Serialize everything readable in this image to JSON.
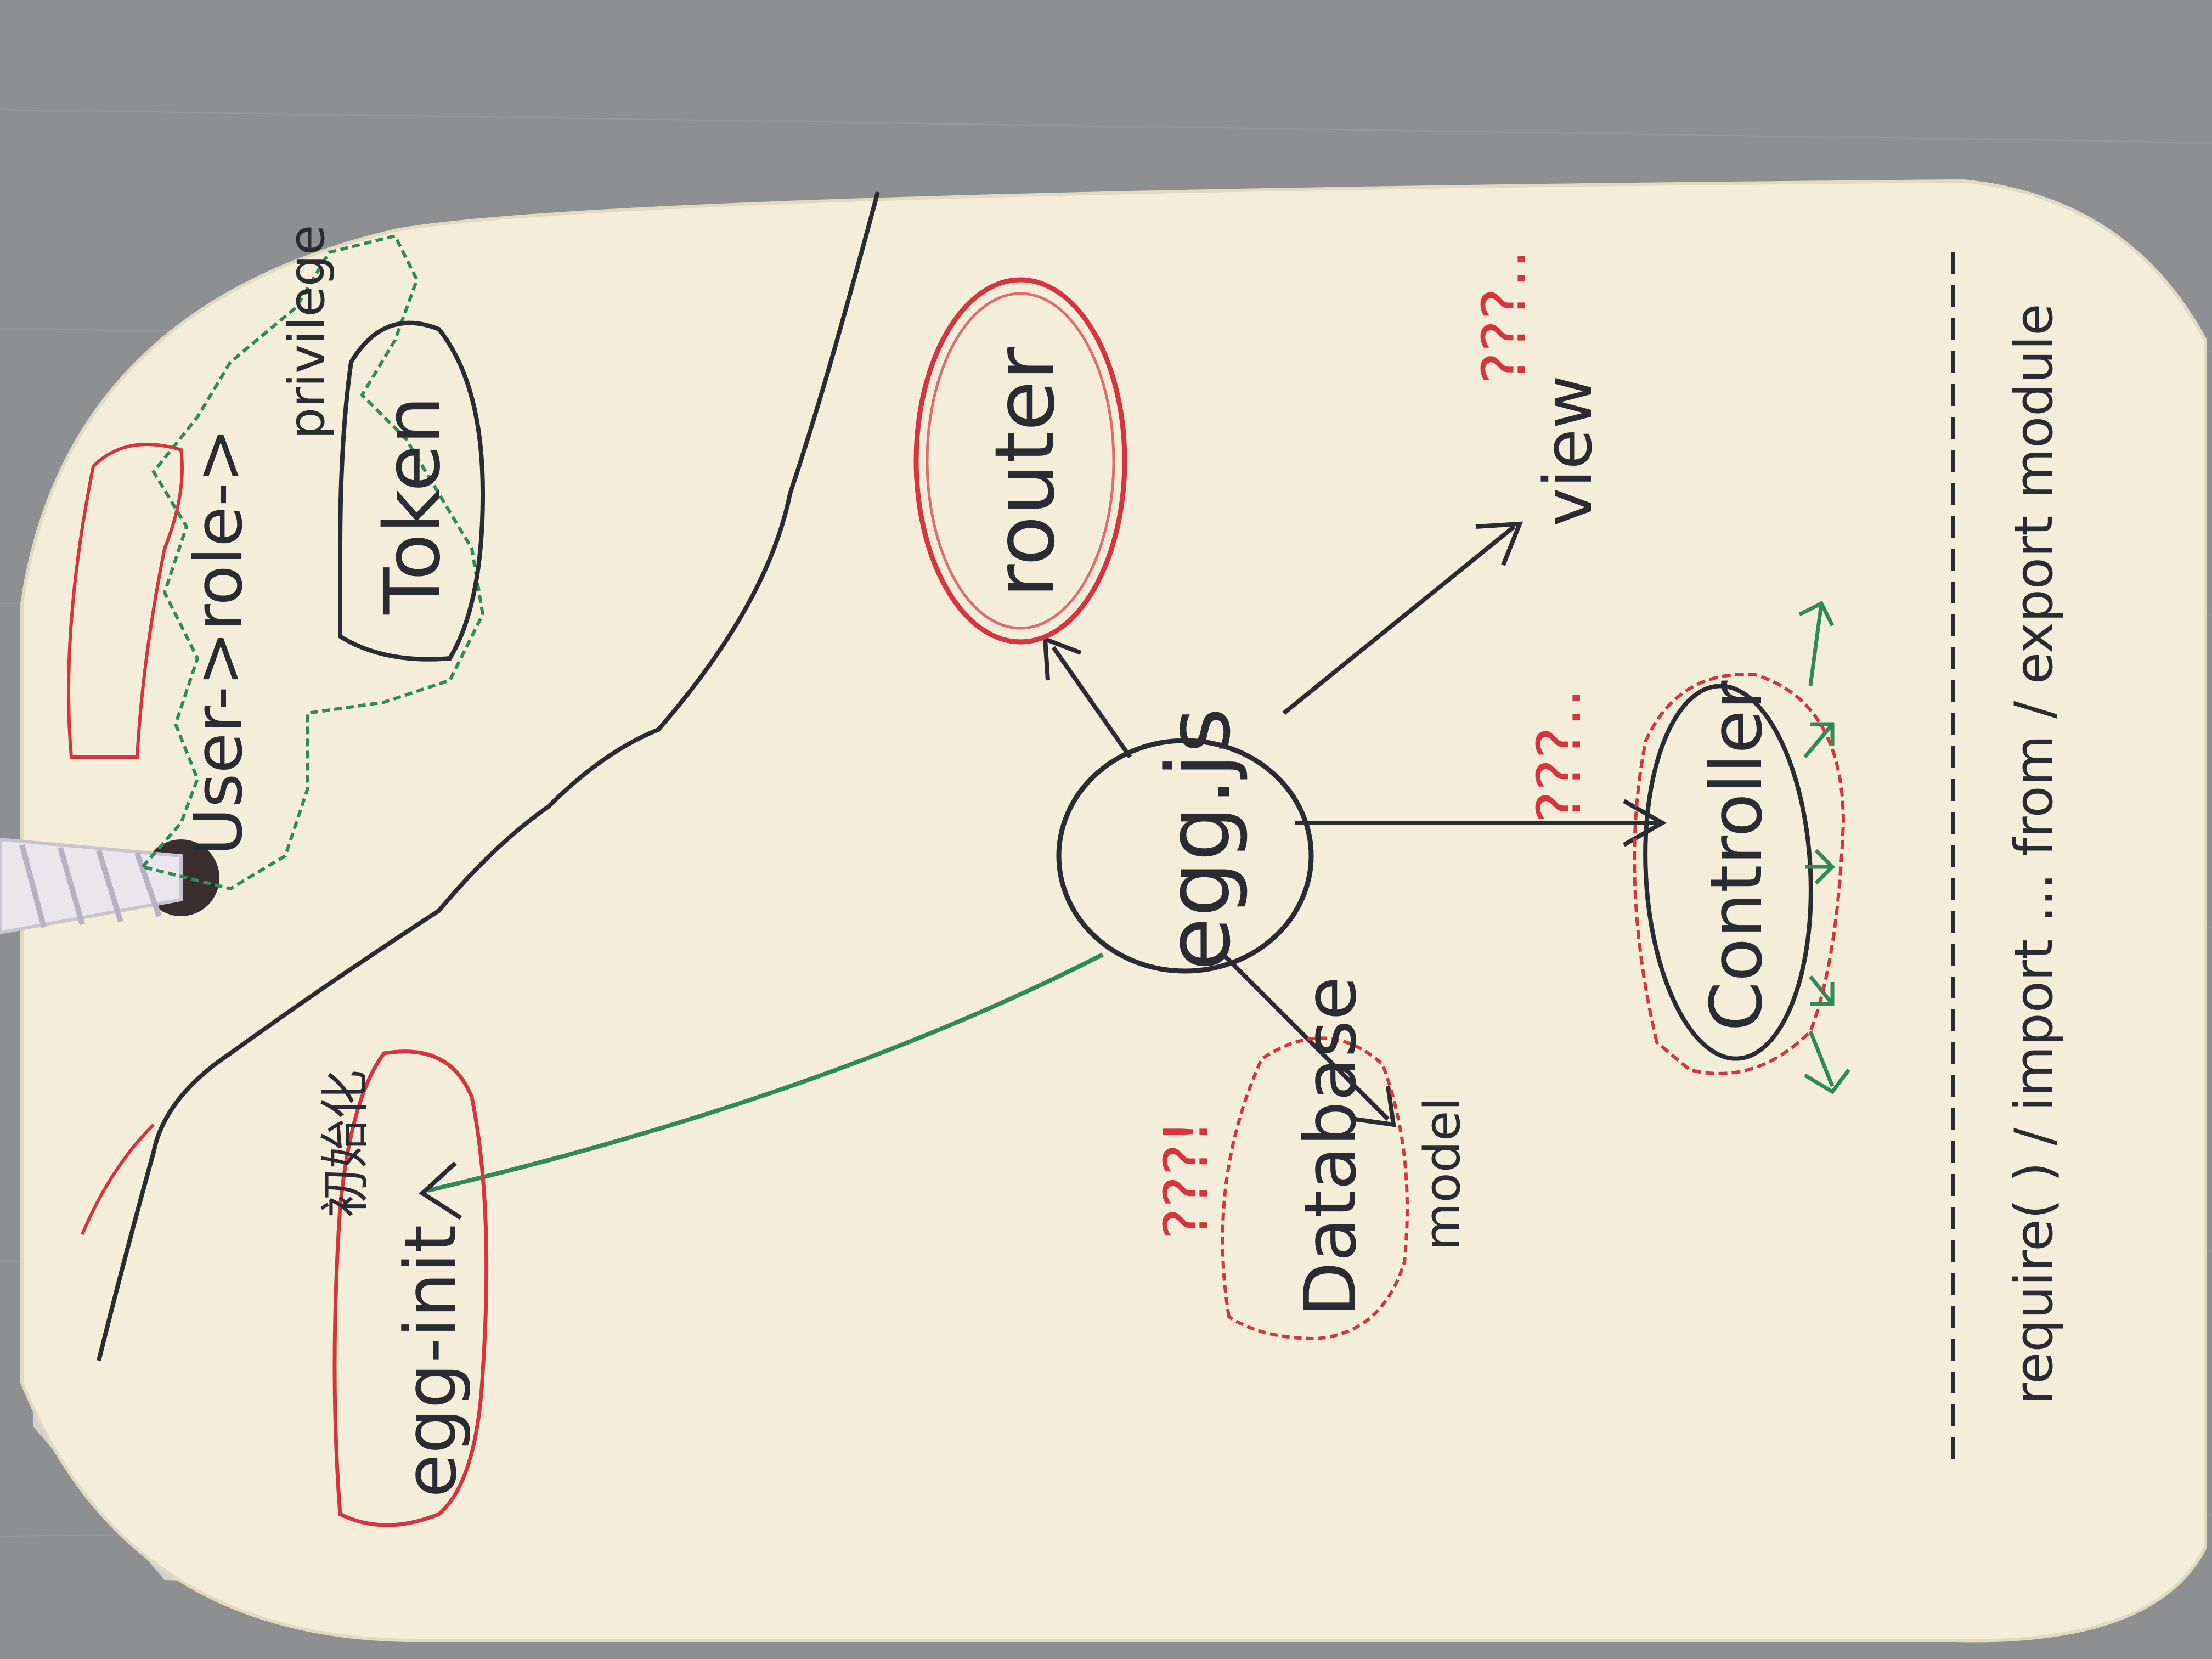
{
  "colors": {
    "background": "#8d8f91",
    "card": "#f4edd9",
    "ink_black": "#2b2b33",
    "ink_red": "#d8343f",
    "ink_green": "#2f8a57",
    "string": "#e9e6ec"
  },
  "nodes": {
    "center": "egg.js",
    "router": "router",
    "view": "view",
    "view_marks": "???..",
    "controller": "Controller",
    "controller_marks": "???..",
    "database": "Database",
    "database_sub": "model",
    "database_marks": "???!",
    "egg_init": "egg-init",
    "egg_init_note": "初始化",
    "top_note": "",
    "user_chain": "User->role->",
    "privilege": "privilege",
    "token": "Token",
    "footer_text": "require( ) / import ... from / export module"
  }
}
